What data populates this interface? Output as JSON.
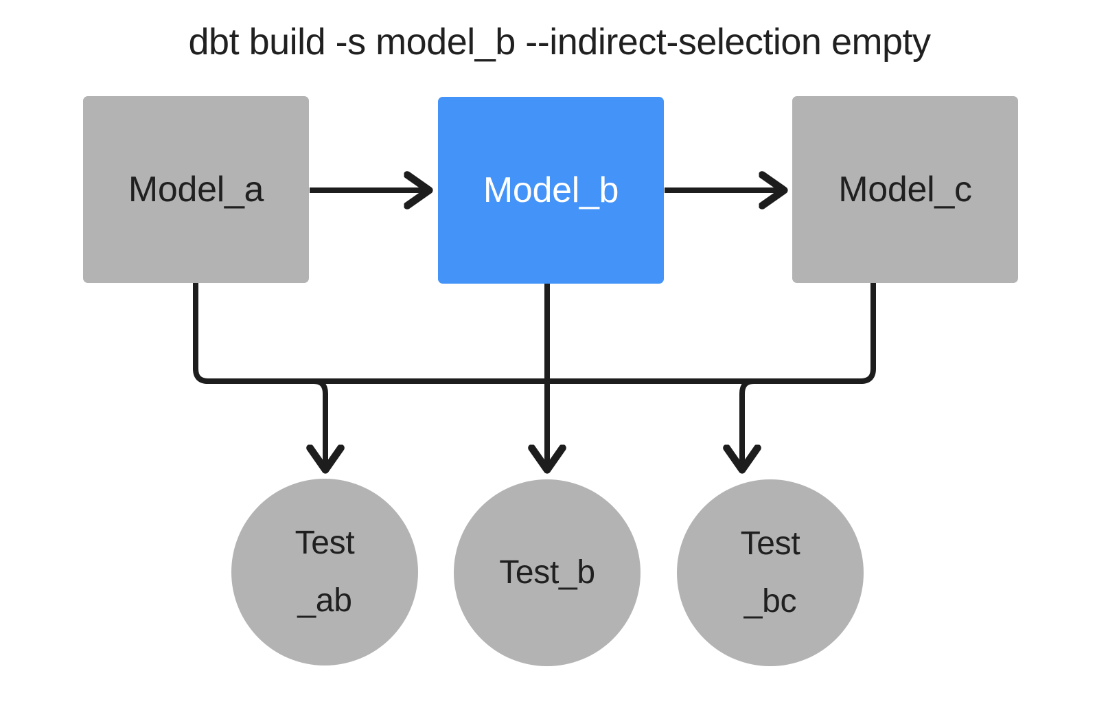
{
  "diagram": {
    "title": "dbt build -s model_b --indirect-selection empty",
    "background_color": "#ffffff",
    "edge_color": "#1d1d1d",
    "node_default_color": "#b3b3b3",
    "node_selected_color": "#4493f8",
    "text_dark": "#202020",
    "text_light": "#ffffff",
    "nodes": [
      {
        "id": "model_a",
        "label": "Model_a",
        "shape": "rect",
        "fill": "#b3b3b3",
        "text_color": "#202020",
        "selected": false
      },
      {
        "id": "model_b",
        "label": "Model_b",
        "shape": "rect",
        "fill": "#4493f8",
        "text_color": "#ffffff",
        "selected": true
      },
      {
        "id": "model_c",
        "label": "Model_c",
        "shape": "rect",
        "fill": "#b3b3b3",
        "text_color": "#202020",
        "selected": false
      },
      {
        "id": "test_ab",
        "label": "Test\n_ab",
        "shape": "circle",
        "fill": "#b3b3b3",
        "text_color": "#202020",
        "selected": false
      },
      {
        "id": "test_b",
        "label": "Test_b",
        "shape": "circle",
        "fill": "#b3b3b3",
        "text_color": "#202020",
        "selected": false
      },
      {
        "id": "test_bc",
        "label": "Test\n_bc",
        "shape": "circle",
        "fill": "#b3b3b3",
        "text_color": "#202020",
        "selected": false
      }
    ],
    "edges": [
      {
        "from": "model_a",
        "to": "model_b",
        "style": "straight-arrow"
      },
      {
        "from": "model_b",
        "to": "model_c",
        "style": "straight-arrow"
      },
      {
        "from": "model_a",
        "to": "test_ab",
        "style": "elbow-arrow"
      },
      {
        "from": "model_b",
        "to": "test_ab",
        "style": "elbow-arrow"
      },
      {
        "from": "model_b",
        "to": "test_b",
        "style": "straight-arrow"
      },
      {
        "from": "model_b",
        "to": "test_bc",
        "style": "elbow-arrow"
      },
      {
        "from": "model_c",
        "to": "test_bc",
        "style": "elbow-arrow"
      }
    ]
  }
}
